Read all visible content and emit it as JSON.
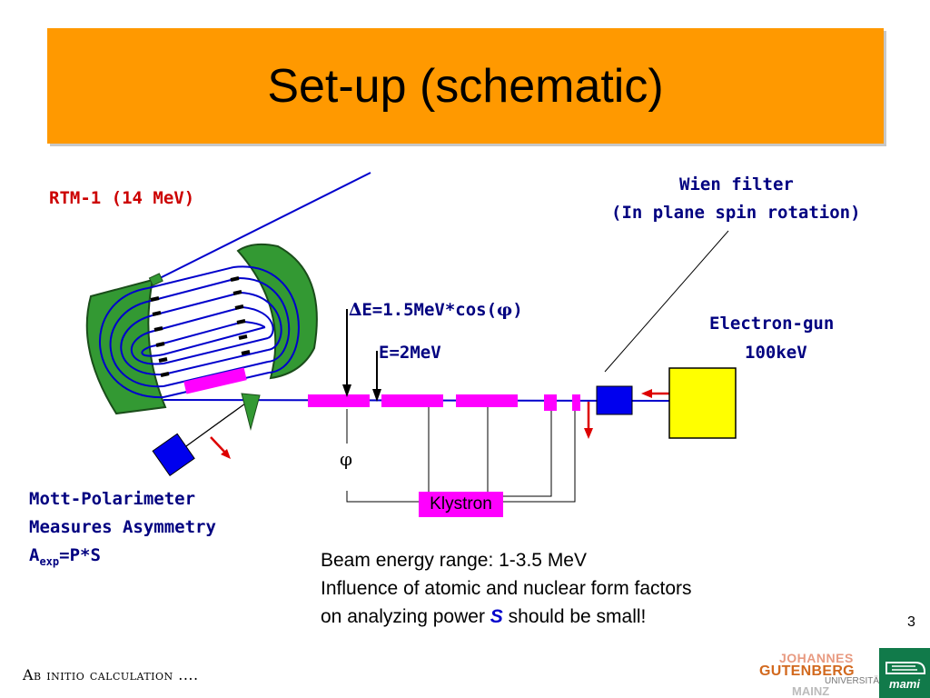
{
  "slide": {
    "title": "Set-up (schematic)",
    "page_number": "3",
    "footer": "Ab initio calculation ...."
  },
  "labels": {
    "rtm": "RTM-1 (14 MeV)",
    "wien_line1": "Wien filter",
    "wien_line2": "(In plane spin rotation)",
    "delta_e_symbol": "∆",
    "delta_e_formula": "E=1.5MeV*cos(",
    "delta_e_phi": "φ",
    "delta_e_close": ")",
    "e2": "E=2MeV",
    "egun_line1": "Electron-gun",
    "egun_line2": "100keV",
    "mott_line1": "Mott-Polarimeter",
    "mott_line2": "Measures Asymmetry",
    "mott_a": "A",
    "mott_sub": "exp",
    "mott_formula": "=P*S",
    "phi": "φ",
    "klystron": "Klystron"
  },
  "beam_text": {
    "line1": "Beam energy range: 1-3.5 MeV",
    "line2": "Influence of atomic and nuclear form factors",
    "line3_pre": "on analyzing power ",
    "line3_symbol": "S",
    "line3_post": " should be small!"
  },
  "logos": {
    "jg_line1": "JOHANNES",
    "jg_line2": "GUTENBERG",
    "jg_line3": "UNIVERSITÄT",
    "jg_line4": "MAINZ",
    "mami_text": "mami"
  },
  "colors": {
    "title_bg": "#FF9900",
    "beamline": "#0000cc",
    "magnet": "#339933",
    "section": "#ff00ff",
    "gun": "#ffff00",
    "arrow_red": "#dd0000",
    "label_red": "#cc0000",
    "label_navy": "#000080"
  }
}
